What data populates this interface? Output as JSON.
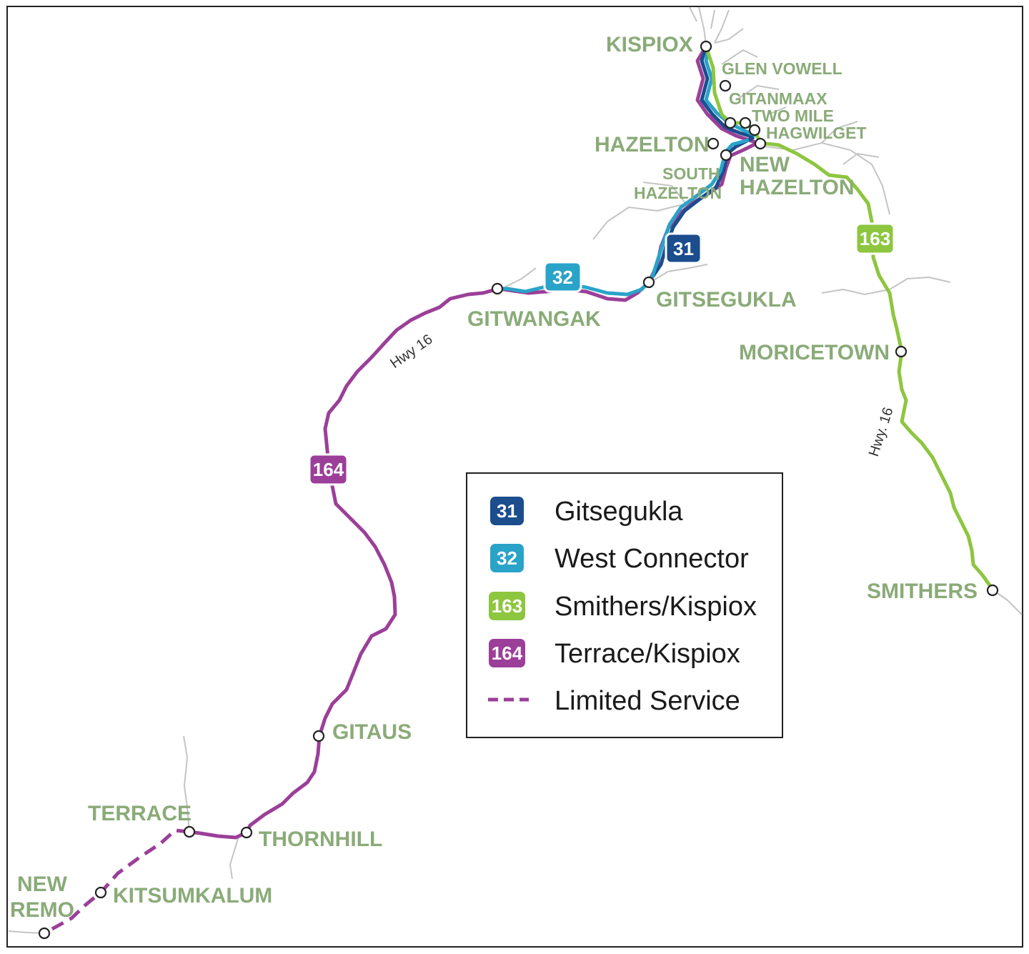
{
  "colors": {
    "route_31": "#1c4d8c",
    "route_32": "#2aa3c9",
    "route_163": "#8dc63f",
    "route_164": "#9b3f98",
    "place_label": "#8aab78",
    "road": "#c4c4c4"
  },
  "places": {
    "kispiox": "KISPIOX",
    "glen_vowell": "GLEN VOWELL",
    "gitanmaax": "GITANMAAX",
    "two_mile": "TWO MILE",
    "hagwilget": "HAGWILGET",
    "hazelton": "HAZELTON",
    "new_hazelton_1": "NEW",
    "new_hazelton_2": "HAZELTON",
    "south_hazelton_1": "SOUTH",
    "south_hazelton_2": "HAZELTON",
    "gitsegukla": "GITSEGUKLA",
    "gitwangak": "GITWANGAK",
    "moricetown": "MORICETOWN",
    "smithers": "SMITHERS",
    "gitaus": "GITAUS",
    "terrace": "TERRACE",
    "thornhill": "THORNHILL",
    "kitsumkalum": "KITSUMKALUM",
    "new_remo_1": "NEW",
    "new_remo_2": "REMO"
  },
  "highways": {
    "hwy16_west": "Hwy 16",
    "hwy16_east": "Hwy. 16"
  },
  "shields": {
    "r31": "31",
    "r32": "32",
    "r163": "163",
    "r164": "164"
  },
  "legend": {
    "items": [
      {
        "badge": "31",
        "label": "Gitsegukla",
        "color": "#1c4d8c"
      },
      {
        "badge": "32",
        "label": "West Connector",
        "color": "#2aa3c9"
      },
      {
        "badge": "163",
        "label": "Smithers/Kispiox",
        "color": "#8dc63f"
      },
      {
        "badge": "164",
        "label": "Terrace/Kispiox",
        "color": "#9b3f98"
      }
    ],
    "limited_label": "Limited Service"
  }
}
